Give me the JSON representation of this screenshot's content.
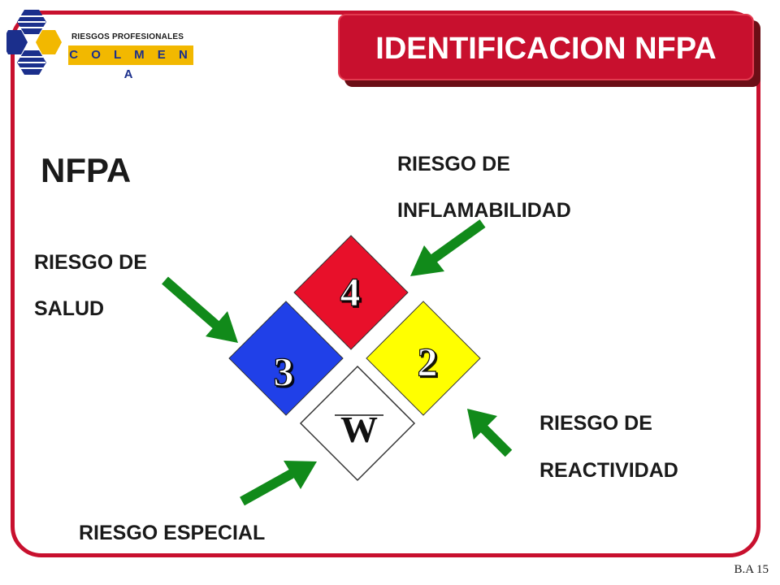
{
  "logo": {
    "top_text": "RIESGOS PROFESIONALES",
    "brand": "C O L M E N A",
    "colors": {
      "hex_blue": "#1b2f8c",
      "hex_gold": "#f2b800"
    }
  },
  "title": "IDENTIFICACION NFPA",
  "heading": "NFPA",
  "labels": {
    "inflamabilidad": {
      "line1": "RIESGO DE",
      "line2": "INFLAMABILIDAD"
    },
    "salud": {
      "line1": "RIESGO DE",
      "line2": "SALUD"
    },
    "reactividad": {
      "line1": "RIESGO DE",
      "line2": "REACTIVIDAD"
    },
    "especial": "RIESGO ESPECIAL"
  },
  "diamond": {
    "flammability": {
      "value": "4",
      "color": "#e8102a"
    },
    "health": {
      "value": "3",
      "color": "#2040e8"
    },
    "reactivity": {
      "value": "2",
      "color": "#ffff00"
    },
    "special": {
      "value": "W",
      "color": "#ffffff"
    }
  },
  "arrow_color": "#118a1a",
  "frame_color": "#c8102e",
  "footer": "B.A 15"
}
